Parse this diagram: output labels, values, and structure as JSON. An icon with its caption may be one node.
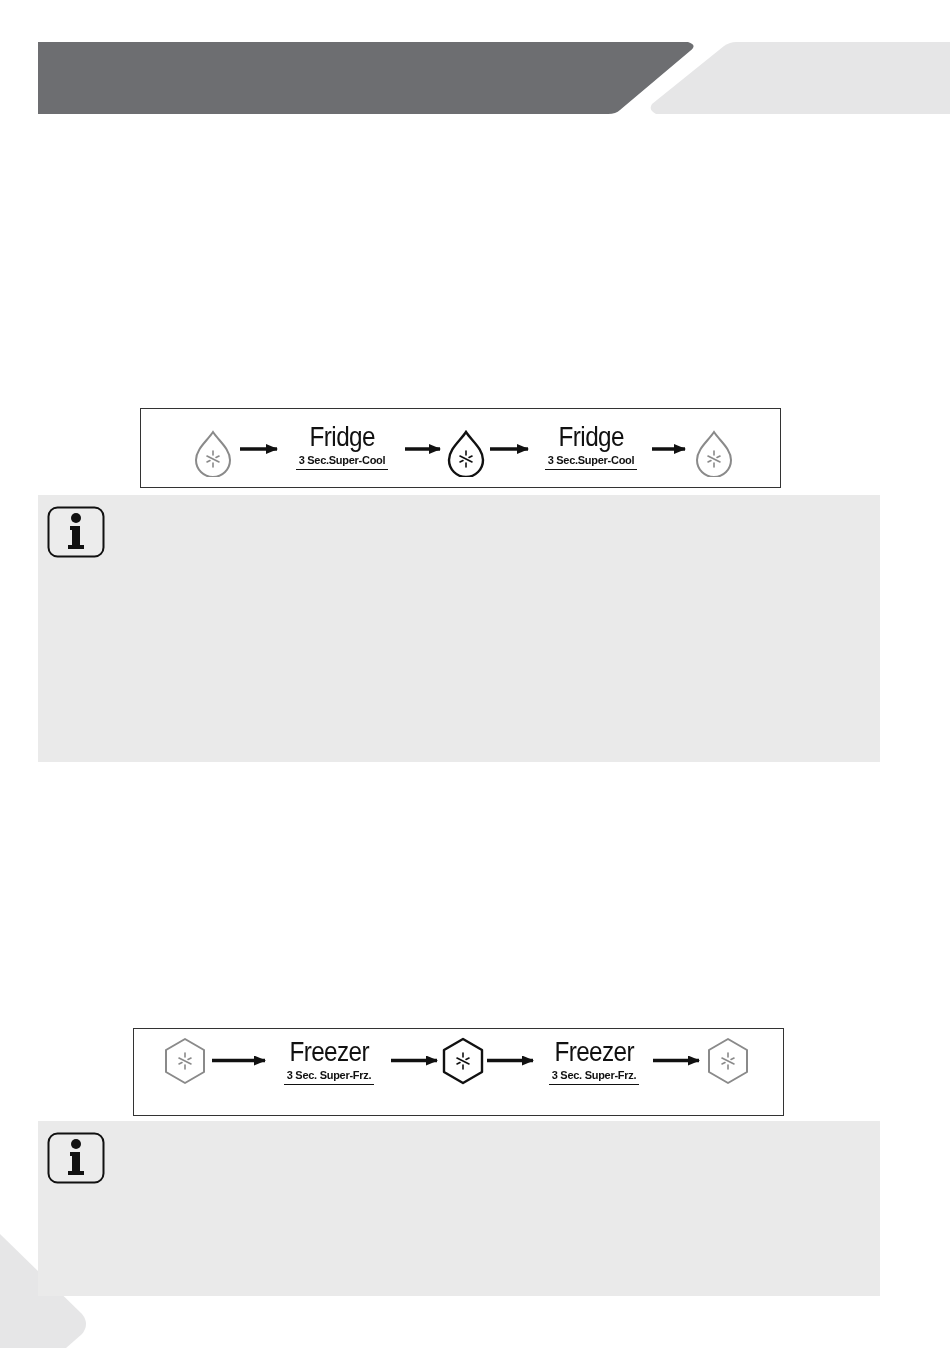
{
  "diagram": {
    "nodes": [
      {
        "text": [],
        "shape": "box"
      },
      {
        "text": [],
        "shape": "drop",
        "in": 0
      },
      {
        "text": [
          "Fridge",
          "3 Sec.Super-Cool"
        ],
        "in": 0
      },
      {
        "text": [],
        "shape": "drop",
        "in": 0
      },
      {
        "text": [
          "Fridge",
          "3 Sec.Super-Cool"
        ],
        "in": 0
      },
      {
        "text": [],
        "shape": "drop",
        "in": 0
      },
      {
        "text": [],
        "shape": "box"
      },
      {
        "text": [],
        "shape": "hexagon",
        "in": 6
      },
      {
        "text": [
          "Freezer",
          "3 Sec. Super-Frz."
        ],
        "in": 6
      },
      {
        "text": [],
        "shape": "hexagon",
        "in": 6
      },
      {
        "text": [
          "Freezer",
          "3 Sec. Super-Frz."
        ],
        "in": 6
      },
      {
        "text": [],
        "shape": "hexagon",
        "in": 6
      }
    ],
    "edges": [
      {
        "from": 1,
        "to": 2,
        "arrow": "to"
      },
      {
        "from": 2,
        "to": 3,
        "arrow": "to"
      },
      {
        "from": 3,
        "to": 4,
        "arrow": "to"
      },
      {
        "from": 4,
        "to": 5,
        "arrow": "to"
      },
      {
        "from": 7,
        "to": 8,
        "arrow": "to"
      },
      {
        "from": 8,
        "to": 9,
        "arrow": "to"
      },
      {
        "from": 9,
        "to": 10,
        "arrow": "to"
      },
      {
        "from": 10,
        "to": 11,
        "arrow": "to"
      }
    ]
  }
}
